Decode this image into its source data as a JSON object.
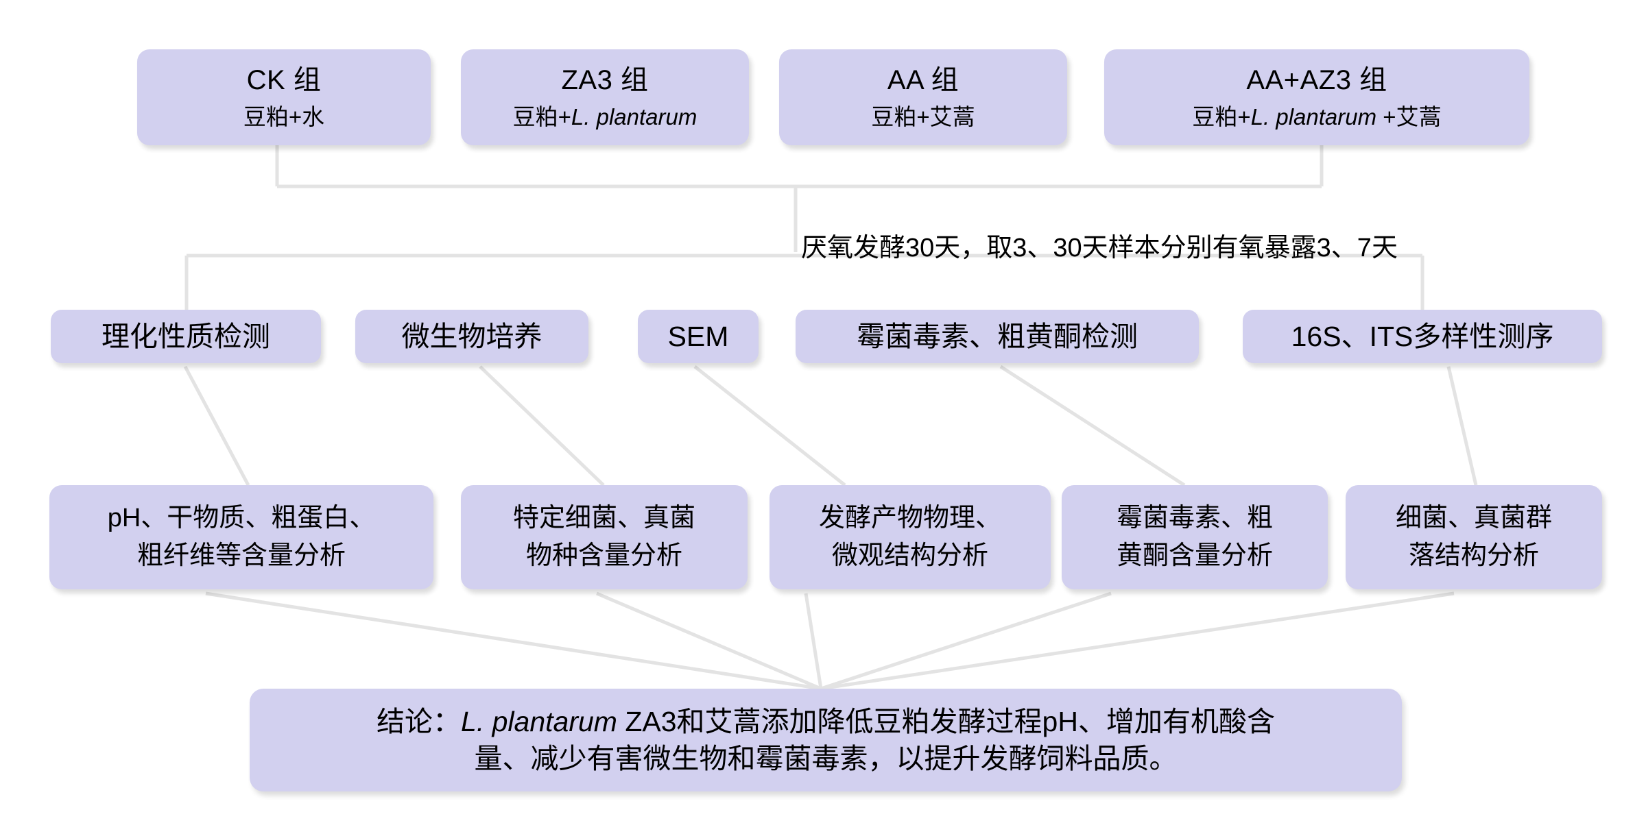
{
  "diagram": {
    "title_note": "厌氧发酵30天，取3、30天样本分别有氧暴露3、7天",
    "accent_color": "#d2d0ef",
    "connector_color": "#e2e2e2",
    "treatment_groups": [
      {
        "name": "CK 组",
        "composition_prefix": "豆粕+水",
        "composition_italic": "",
        "composition_suffix": ""
      },
      {
        "name": "ZA3 组",
        "composition_prefix": "豆粕+",
        "composition_italic": "L. plantarum",
        "composition_suffix": ""
      },
      {
        "name": "AA 组",
        "composition_prefix": "豆粕+艾蒿",
        "composition_italic": "",
        "composition_suffix": ""
      },
      {
        "name": "AA+AZ3 组",
        "composition_prefix": "豆粕+",
        "composition_italic": "L. plantarum",
        "composition_suffix": " +艾蒿"
      }
    ],
    "methods": [
      {
        "label": "理化性质检测"
      },
      {
        "label": "微生物培养"
      },
      {
        "label": "SEM"
      },
      {
        "label": "霉菌毒素、粗黄酮检测"
      },
      {
        "label": "16S、ITS多样性测序"
      }
    ],
    "analyses": [
      {
        "line1": "pH、干物质、粗蛋白、",
        "line2": "粗纤维等含量分析"
      },
      {
        "line1": "特定细菌、真菌",
        "line2": "物种含量分析"
      },
      {
        "line1": "发酵产物物理、",
        "line2": "微观结构分析"
      },
      {
        "line1": "霉菌毒素、粗",
        "line2": "黄酮含量分析"
      },
      {
        "line1": "细菌、真菌群",
        "line2": "落结构分析"
      }
    ],
    "conclusion": {
      "prefix": "结论：",
      "italic": "L. plantarum",
      "line1_rest": " ZA3和艾蒿添加降低豆粕发酵过程pH、增加有机酸含",
      "line2": "量、减少有害微生物和霉菌毒素，以提升发酵饲料品质。"
    }
  }
}
